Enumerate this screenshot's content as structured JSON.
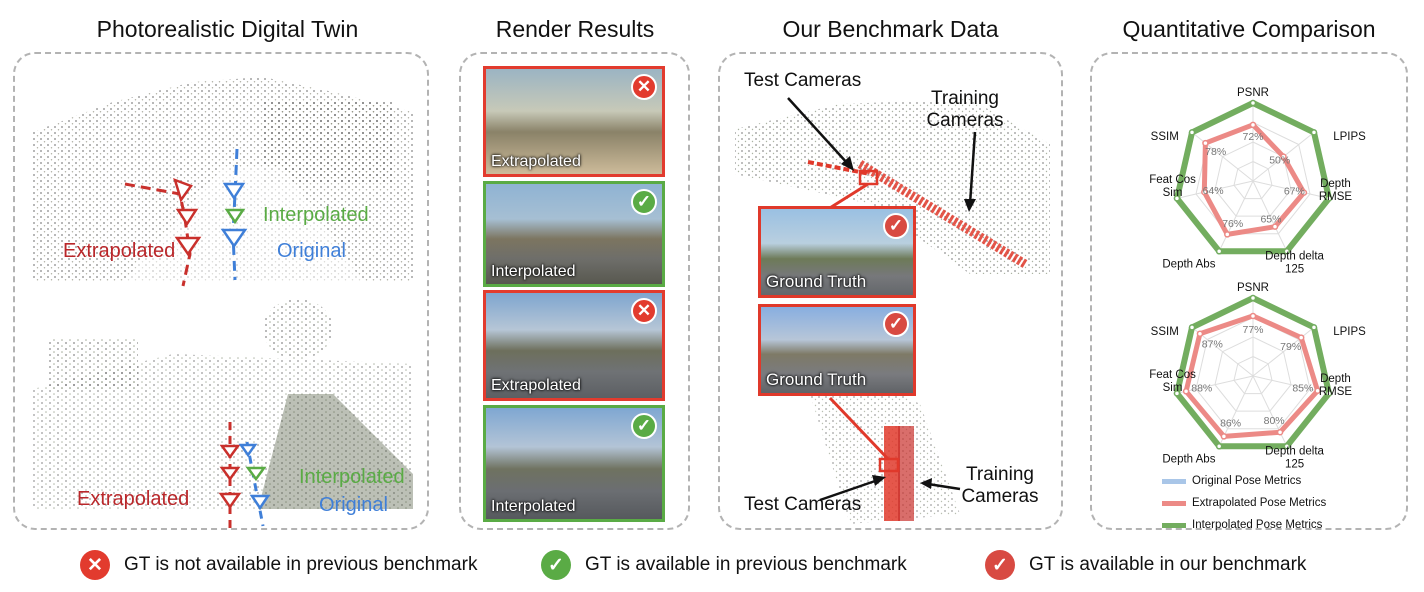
{
  "panels": {
    "twin": {
      "title": "Photorealistic Digital Twin",
      "top_labels": {
        "extrapolated": "Extrapolated",
        "interpolated": "Interpolated",
        "original": "Original"
      },
      "bottom_labels": {
        "extrapolated": "Extrapolated",
        "interpolated": "Interpolated",
        "original": "Original"
      }
    },
    "render": {
      "title": "Render Results",
      "tiles": [
        {
          "caption": "Extrapolated",
          "status": "not-available"
        },
        {
          "caption": "Interpolated",
          "status": "available"
        },
        {
          "caption": "Extrapolated",
          "status": "not-available"
        },
        {
          "caption": "Interpolated",
          "status": "available"
        }
      ]
    },
    "benchmark": {
      "title": "Our Benchmark Data",
      "test_cameras_top": "Test Cameras",
      "training_cameras_top": "Training Cameras",
      "gt_top": "Ground Truth",
      "gt_bottom": "Ground Truth",
      "test_cameras_bottom": "Test Cameras",
      "training_cameras_bottom": "Training Cameras"
    },
    "comparison": {
      "title": "Quantitative Comparison",
      "axes": [
        "PSNR",
        "LPIPS",
        "Depth RMSE",
        "Depth delta 125",
        "Depth Abs",
        "Feat Cos Sim",
        "SSIM"
      ],
      "legend": [
        "Original Pose Metrics",
        "Extrapolated Pose Metrics",
        "Interpolated Pose Metrics"
      ],
      "colors": {
        "original": "#a9c6e8",
        "extrapolated": "#ec8a86",
        "interpolated": "#73ad5f"
      }
    }
  },
  "chart_data": [
    {
      "type": "radar",
      "axes": [
        "PSNR",
        "LPIPS",
        "Depth RMSE",
        "Depth delta 125",
        "Depth Abs",
        "Feat Cos Sim",
        "SSIM"
      ],
      "series": [
        {
          "name": "Original Pose Metrics",
          "values": [
            100,
            100,
            100,
            100,
            100,
            100,
            100
          ]
        },
        {
          "name": "Extrapolated Pose Metrics",
          "values": [
            72,
            50,
            67,
            65,
            76,
            64,
            78
          ]
        },
        {
          "name": "Interpolated Pose Metrics",
          "values": [
            100,
            100,
            100,
            100,
            100,
            100,
            100
          ]
        }
      ],
      "value_labels": [
        "72%",
        "50%",
        "67%",
        "65%",
        "76%",
        "64%",
        "78%"
      ]
    },
    {
      "type": "radar",
      "axes": [
        "PSNR",
        "LPIPS",
        "Depth RMSE",
        "Depth delta 125",
        "Depth Abs",
        "Feat Cos Sim",
        "SSIM"
      ],
      "series": [
        {
          "name": "Original Pose Metrics",
          "values": [
            100,
            100,
            100,
            100,
            100,
            100,
            100
          ]
        },
        {
          "name": "Extrapolated Pose Metrics",
          "values": [
            77,
            79,
            85,
            80,
            86,
            88,
            87
          ]
        },
        {
          "name": "Interpolated Pose Metrics",
          "values": [
            100,
            100,
            100,
            100,
            100,
            100,
            100
          ]
        }
      ],
      "value_labels": [
        "77%",
        "79%",
        "85%",
        "80%",
        "86%",
        "88%",
        "87%"
      ]
    }
  ],
  "legend": [
    {
      "icon": "x-circle-icon",
      "color": "#e23b2e",
      "text": "GT is not available in previous benchmark"
    },
    {
      "icon": "check-circle-icon",
      "color": "#5aab45",
      "text": "GT is available in previous benchmark"
    },
    {
      "icon": "check-circle-icon",
      "color": "#d84a42",
      "text": "GT is available in our benchmark"
    }
  ]
}
